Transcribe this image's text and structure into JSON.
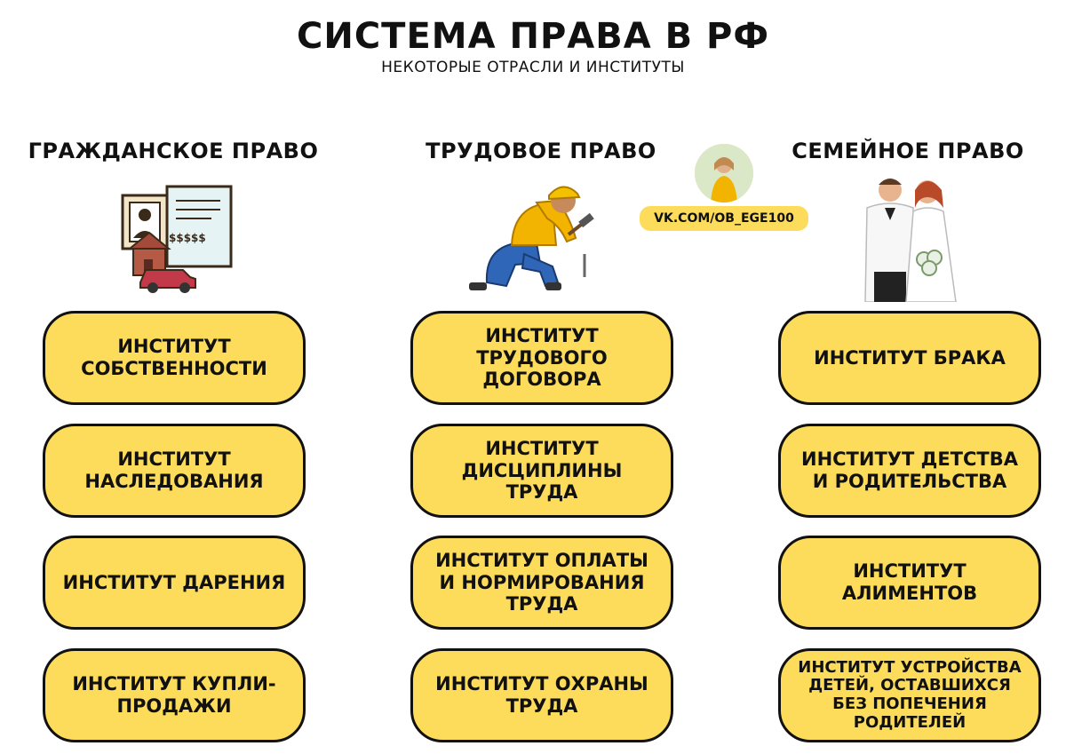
{
  "header": {
    "title": "СИСТЕМА ПРАВА В РФ",
    "subtitle": "НЕКОТОРЫЕ ОТРАСЛИ И ИНСТИТУТЫ"
  },
  "watermark": {
    "label": "VK.COM/OB_EGE100"
  },
  "columns": [
    {
      "heading": "ГРАЖДАНСКОЕ ПРАВО",
      "icon": "property-documents-icon",
      "illustration_text": "$$$$$",
      "items": [
        "ИНСТИТУТ СОБСТВЕННОСТИ",
        "ИНСТИТУТ НАСЛЕДОВАНИЯ",
        "ИНСТИТУТ ДАРЕНИЯ",
        "ИНСТИТУТ КУПЛИ-ПРОДАЖИ"
      ]
    },
    {
      "heading": "ТРУДОВОЕ ПРАВО",
      "icon": "worker-hammer-icon",
      "items": [
        "ИНСТИТУТ ТРУДОВОГО ДОГОВОРА",
        "ИНСТИТУТ ДИСЦИПЛИНЫ ТРУДА",
        "ИНСТИТУТ ОПЛАТЫ И НОРМИРОВАНИЯ ТРУДА",
        "ИНСТИТУТ ОХРАНЫ ТРУДА"
      ]
    },
    {
      "heading": "СЕМЕЙНОЕ ПРАВО",
      "icon": "wedding-couple-icon",
      "items": [
        "ИНСТИТУТ БРАКА",
        "ИНСТИТУТ ДЕТСТВА И РОДИТЕЛЬСТВА",
        "ИНСТИТУТ АЛИМЕНТОВ",
        "ИНСТИТУТ УСТРОЙСТВА ДЕТЕЙ, ОСТАВШИХСЯ БЕЗ ПОПЕЧЕНИЯ РОДИТЕЛЕЙ"
      ]
    }
  ],
  "colors": {
    "box_fill": "#fddc5c",
    "outline": "#111111"
  }
}
